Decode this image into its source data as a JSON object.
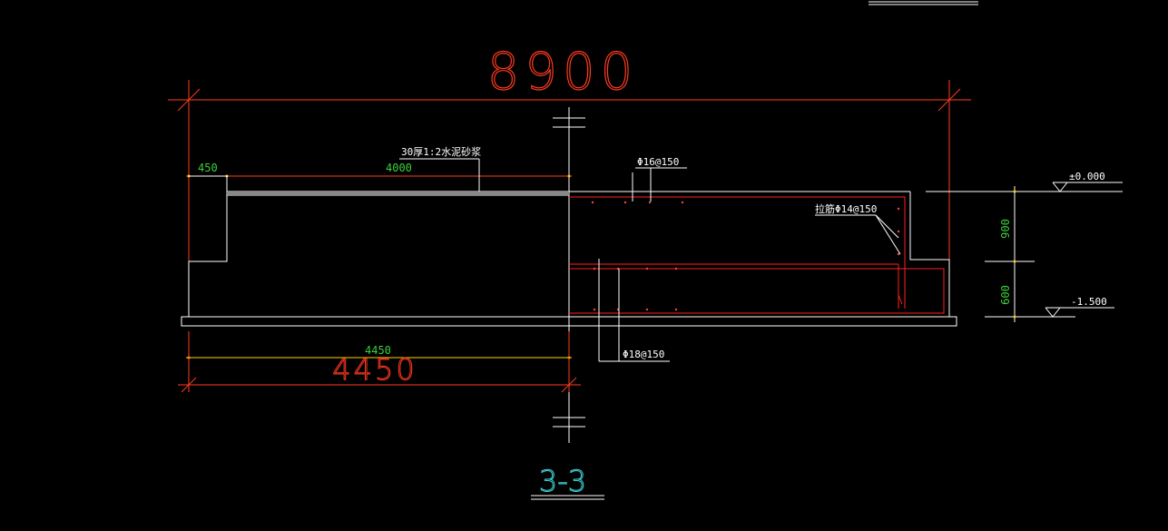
{
  "drawing": {
    "section_title": "3-3",
    "overall_dimension": "8900",
    "half_dimension_large": "4450",
    "half_dimension_small": "4450",
    "left_step_dim": "450",
    "slab_span_dim": "4000",
    "mortar_note": "30厚1:2水泥砂浆",
    "rebar_top": "Φ16@150",
    "rebar_side": "拉筋Φ14@150",
    "rebar_bottom": "Φ18@150",
    "elev_zero": "±0.000",
    "elev_neg": "-1.500",
    "height_upper": "900",
    "height_lower": "600",
    "colors": {
      "background": "#000000",
      "outline": "#ffffff",
      "dimension_red": "#ff3b1f",
      "dimension_text_green": "#3bd13b",
      "rebar_red": "#ff2020",
      "section_title_cyan": "#3fd8d8",
      "leader_yellow": "#e6e600"
    }
  }
}
